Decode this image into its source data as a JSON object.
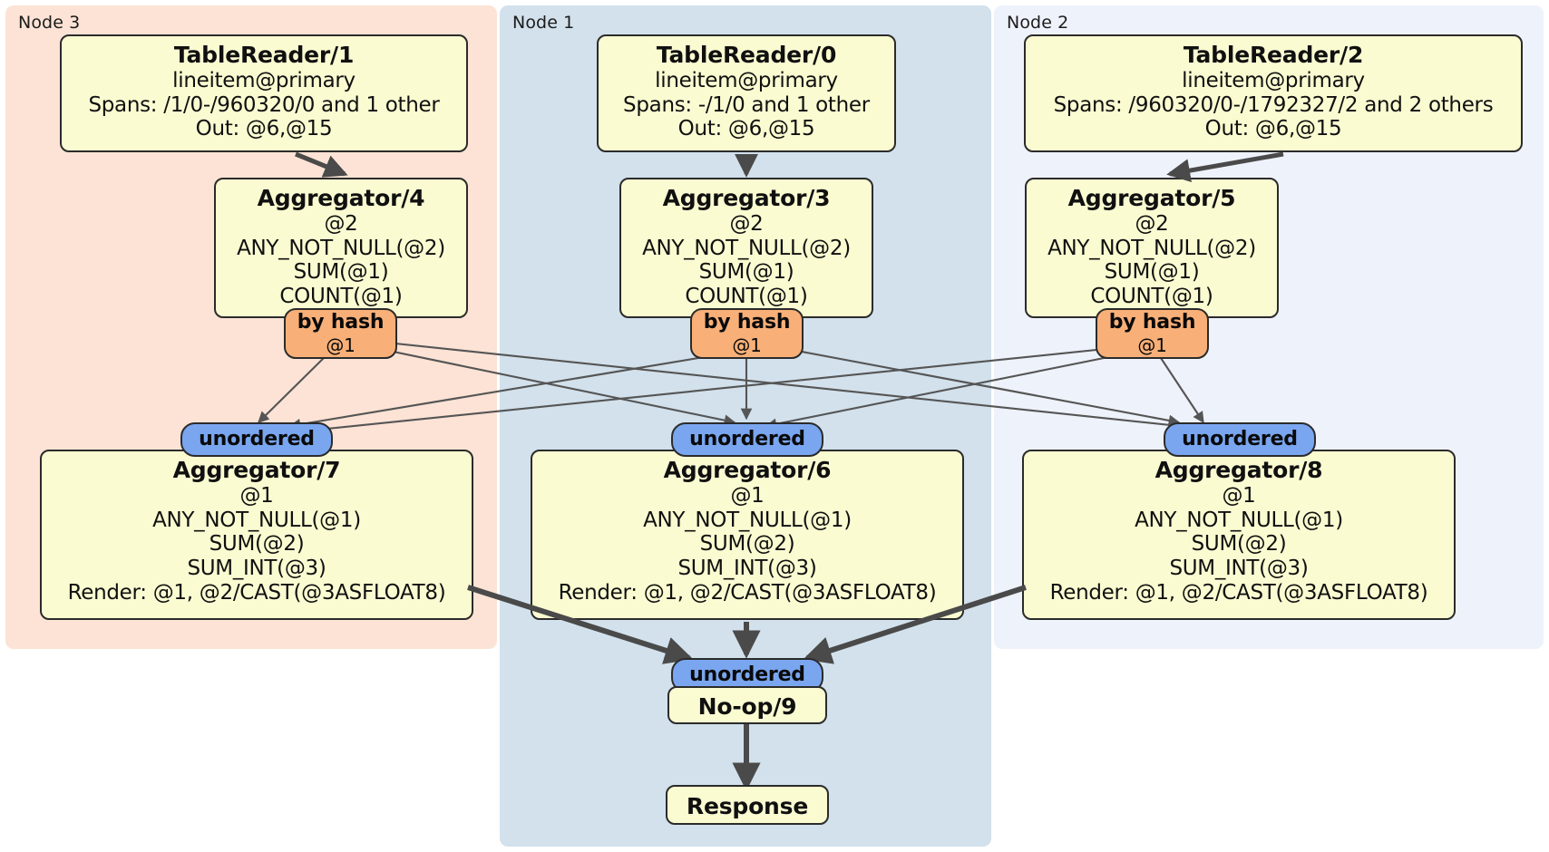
{
  "diagram": {
    "type": "distributed-query-plan",
    "panels": [
      {
        "id": "node3",
        "label": "Node 3",
        "color": "#fce3d5"
      },
      {
        "id": "node1",
        "label": "Node 1",
        "color": "#d2e1ec"
      },
      {
        "id": "node2",
        "label": "Node 2",
        "color": "#eef2fb"
      }
    ],
    "colors": {
      "processor_fill": "#fbfbd2",
      "processor_stroke": "#2b2b2b",
      "hash_router_fill": "#f8b078",
      "unordered_fill": "#7aa6f0",
      "edge_thin": "#555555",
      "edge_thick": "#4a4a4a"
    },
    "processors": {
      "tablereader_1": {
        "title": "TableReader/1",
        "lines": [
          "lineitem@primary",
          "Spans: /1/0-/960320/0 and 1 other",
          "Out: @6,@15"
        ]
      },
      "tablereader_0": {
        "title": "TableReader/0",
        "lines": [
          "lineitem@primary",
          "Spans: -/1/0 and 1 other",
          "Out: @6,@15"
        ]
      },
      "tablereader_2": {
        "title": "TableReader/2",
        "lines": [
          "lineitem@primary",
          "Spans: /960320/0-/1792327/2 and 2 others",
          "Out: @6,@15"
        ]
      },
      "aggregator_4": {
        "title": "Aggregator/4",
        "lines": [
          "@2",
          "ANY_NOT_NULL(@2)",
          "SUM(@1)",
          "COUNT(@1)"
        ]
      },
      "aggregator_3": {
        "title": "Aggregator/3",
        "lines": [
          "@2",
          "ANY_NOT_NULL(@2)",
          "SUM(@1)",
          "COUNT(@1)"
        ]
      },
      "aggregator_5": {
        "title": "Aggregator/5",
        "lines": [
          "@2",
          "ANY_NOT_NULL(@2)",
          "SUM(@1)",
          "COUNT(@1)"
        ]
      },
      "aggregator_7": {
        "title": "Aggregator/7",
        "lines": [
          "@1",
          "ANY_NOT_NULL(@1)",
          "SUM(@2)",
          "SUM_INT(@3)",
          "Render: @1, @2/CAST(@3ASFLOAT8)"
        ]
      },
      "aggregator_6": {
        "title": "Aggregator/6",
        "lines": [
          "@1",
          "ANY_NOT_NULL(@1)",
          "SUM(@2)",
          "SUM_INT(@3)",
          "Render: @1, @2/CAST(@3ASFLOAT8)"
        ]
      },
      "aggregator_8": {
        "title": "Aggregator/8",
        "lines": [
          "@1",
          "ANY_NOT_NULL(@1)",
          "SUM(@2)",
          "SUM_INT(@3)",
          "Render: @1, @2/CAST(@3ASFLOAT8)"
        ]
      },
      "noop_9": {
        "title": "No-op/9",
        "lines": []
      },
      "response": {
        "title": "Response",
        "lines": []
      }
    },
    "routers": [
      {
        "id": "hash_left",
        "title": "by hash",
        "sub": "@1"
      },
      {
        "id": "hash_center",
        "title": "by hash",
        "sub": "@1"
      },
      {
        "id": "hash_right",
        "title": "by hash",
        "sub": "@1"
      }
    ],
    "synchronizers": [
      {
        "id": "unordered_left",
        "title": "unordered"
      },
      {
        "id": "unordered_center",
        "title": "unordered"
      },
      {
        "id": "unordered_right",
        "title": "unordered"
      },
      {
        "id": "unordered_final",
        "title": "unordered"
      }
    ]
  }
}
